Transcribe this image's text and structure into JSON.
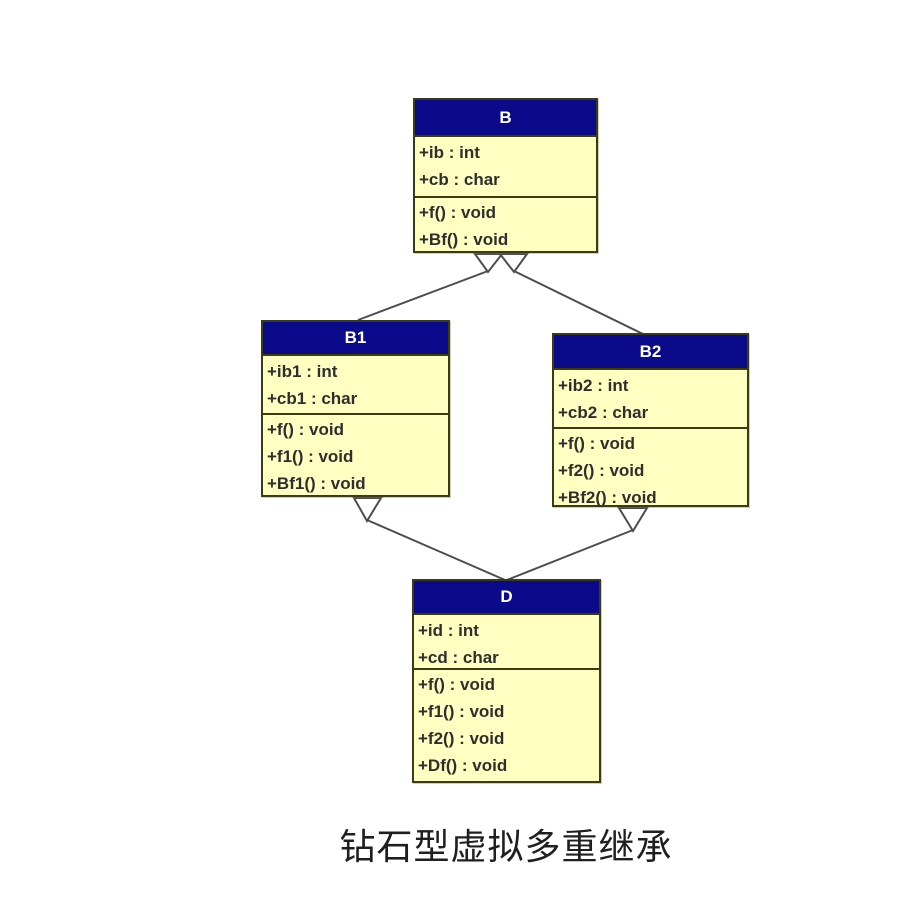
{
  "caption": "钻石型虚拟多重继承",
  "colors": {
    "header_bg": "#0a0a8a",
    "body_bg": "#ffffc2",
    "border": "#3c3c14",
    "line": "#4d4d4d",
    "title_text": "#ffffff",
    "member_text": "#2e2e2e",
    "caption_text": "#1f1f1f"
  },
  "classes": {
    "b": {
      "name": "B",
      "attributes": [
        "+ib : int",
        "+cb : char"
      ],
      "methods": [
        "+f() : void",
        "+Bf() : void"
      ]
    },
    "b1": {
      "name": "B1",
      "attributes": [
        "+ib1 : int",
        "+cb1 : char"
      ],
      "methods": [
        "+f() : void",
        "+f1() : void",
        "+Bf1() : void"
      ]
    },
    "b2": {
      "name": "B2",
      "attributes": [
        "+ib2 : int",
        "+cb2 : char"
      ],
      "methods": [
        "+f() : void",
        "+f2() : void",
        "+Bf2() : void"
      ]
    },
    "d": {
      "name": "D",
      "attributes": [
        "+id : int",
        "+cd : char"
      ],
      "methods": [
        "+f() : void",
        "+f1() : void",
        "+f2() : void",
        "+Df() : void"
      ]
    }
  },
  "relationships": [
    {
      "from": "B1",
      "to": "B",
      "type": "generalization"
    },
    {
      "from": "B2",
      "to": "B",
      "type": "generalization"
    },
    {
      "from": "D",
      "to": "B1",
      "type": "generalization"
    },
    {
      "from": "D",
      "to": "B2",
      "type": "generalization"
    }
  ]
}
